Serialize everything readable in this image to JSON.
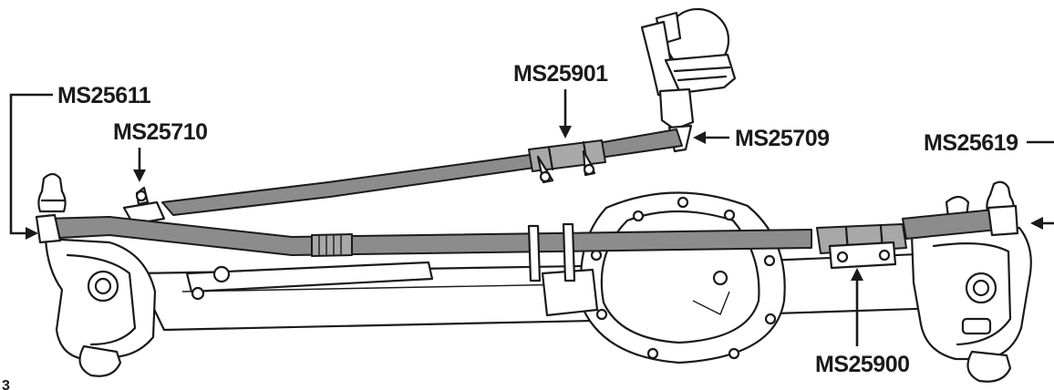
{
  "figure": {
    "number": "3",
    "callouts": [
      {
        "id": "ms25611",
        "label": "MS25611"
      },
      {
        "id": "ms25710",
        "label": "MS25710"
      },
      {
        "id": "ms25901",
        "label": "MS25901"
      },
      {
        "id": "ms25709",
        "label": "MS25709"
      },
      {
        "id": "ms25619",
        "label": "MS25619"
      },
      {
        "id": "ms25900",
        "label": "MS25900"
      }
    ]
  },
  "colors": {
    "outline": "#1a1a1a",
    "rod_fill": "#8c8c8c",
    "background": "#ffffff"
  },
  "icons": [
    "steering-gear",
    "drag-link",
    "tie-rod",
    "axle-housing",
    "differential-cover",
    "steering-knuckle"
  ]
}
